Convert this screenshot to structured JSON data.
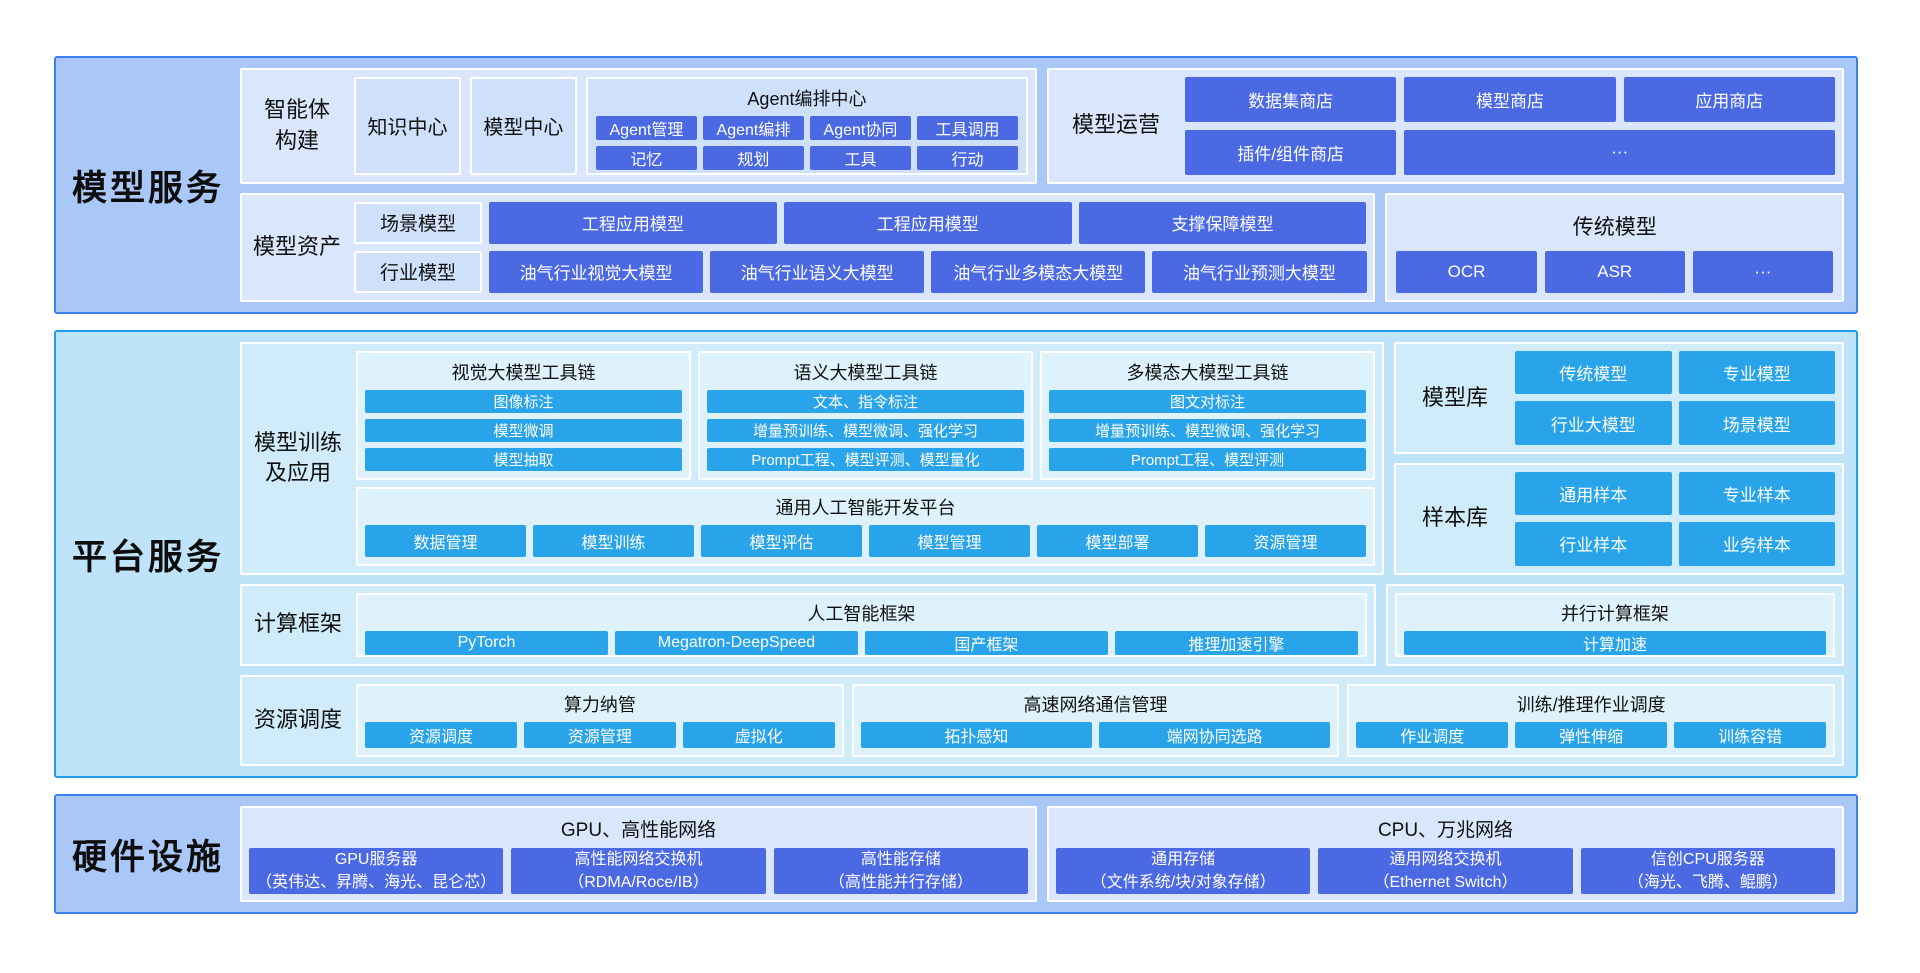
{
  "colors": {
    "band_blue_fill": "#a9c7f7",
    "band_blue_border": "#3b7ff0",
    "band_cyan_fill": "#bfe3f8",
    "band_cyan_border": "#1e9fe6",
    "panel_fill_blue": "#d9e6fc",
    "box_fill_blue": "#cfe0fa",
    "panel_fill_cyan": "#d0ebfa",
    "box_fill_cyan": "#def2fd",
    "button_royal_blue": "#4c69e4",
    "button_azure": "#29a4ea",
    "text_dark": "#101010",
    "text_light": "#ffffff"
  },
  "model_service": {
    "title": "模型服务",
    "agent_build": {
      "label": "智能体构建",
      "knowledge_center": "知识中心",
      "model_center": "模型中心",
      "agent_center": {
        "title": "Agent编排中心",
        "buttons": [
          "Agent管理",
          "Agent编排",
          "Agent协同",
          "工具调用",
          "记忆",
          "规划",
          "工具",
          "行动"
        ]
      }
    },
    "model_ops": {
      "label": "模型运营",
      "buttons_row1": [
        "数据集商店",
        "模型商店",
        "应用商店"
      ],
      "buttons_row2": [
        "插件/组件商店",
        "···"
      ]
    },
    "model_assets": {
      "label": "模型资产",
      "scene_tag": "场景模型",
      "scene_buttons": [
        "工程应用模型",
        "工程应用模型",
        "支撑保障模型"
      ],
      "industry_tag": "行业模型",
      "industry_buttons": [
        "油气行业视觉大模型",
        "油气行业语义大模型",
        "油气行业多模态大模型",
        "油气行业预测大模型"
      ],
      "traditional": {
        "title": "传统模型",
        "buttons": [
          "OCR",
          "ASR",
          "···"
        ]
      }
    }
  },
  "platform_service": {
    "title": "平台服务",
    "training": {
      "label": "模型训练及应用",
      "toolchains": [
        {
          "title": "视觉大模型工具链",
          "buttons": [
            "图像标注",
            "模型微调",
            "模型抽取"
          ]
        },
        {
          "title": "语义大模型工具链",
          "buttons": [
            "文本、指令标注",
            "增量预训练、模型微调、强化学习",
            "Prompt工程、模型评测、模型量化"
          ]
        },
        {
          "title": "多模态大模型工具链",
          "buttons": [
            "图文对标注",
            "增量预训练、模型微调、强化学习",
            "Prompt工程、模型评测"
          ]
        }
      ],
      "dev_platform": {
        "title": "通用人工智能开发平台",
        "buttons": [
          "数据管理",
          "模型训练",
          "模型评估",
          "模型管理",
          "模型部署",
          "资源管理"
        ]
      }
    },
    "model_repo": {
      "label": "模型库",
      "buttons": [
        "传统模型",
        "专业模型",
        "行业大模型",
        "场景模型"
      ]
    },
    "sample_repo": {
      "label": "样本库",
      "buttons": [
        "通用样本",
        "专业样本",
        "行业样本",
        "业务样本"
      ]
    },
    "compute": {
      "label": "计算框架",
      "ai_framework": {
        "title": "人工智能框架",
        "buttons": [
          "PyTorch",
          "Megatron-DeepSpeed",
          "国产框架",
          "推理加速引擎"
        ]
      },
      "parallel": {
        "title": "并行计算框架",
        "buttons": [
          "计算加速"
        ]
      }
    },
    "scheduling": {
      "label": "资源调度",
      "groups": [
        {
          "title": "算力纳管",
          "buttons": [
            "资源调度",
            "资源管理",
            "虚拟化"
          ]
        },
        {
          "title": "高速网络通信管理",
          "buttons": [
            "拓扑感知",
            "端网协同选路"
          ]
        },
        {
          "title": "训练/推理作业调度",
          "buttons": [
            "作业调度",
            "弹性伸缩",
            "训练容错"
          ]
        }
      ]
    }
  },
  "hardware": {
    "title": "硬件设施",
    "gpu_group": {
      "title": "GPU、高性能网络",
      "buttons": [
        {
          "name": "GPU服务器",
          "detail": "（英伟达、昇腾、海光、昆仑芯）"
        },
        {
          "name": "高性能网络交换机",
          "detail": "（RDMA/Roce/IB）"
        },
        {
          "name": "高性能存储",
          "detail": "（高性能并行存储）"
        }
      ]
    },
    "cpu_group": {
      "title": "CPU、万兆网络",
      "buttons": [
        {
          "name": "通用存储",
          "detail": "（文件系统/块/对象存储）"
        },
        {
          "name": "通用网络交换机",
          "detail": "（Ethernet Switch）"
        },
        {
          "name": "信创CPU服务器",
          "detail": "（海光、飞腾、鲲鹏）"
        }
      ]
    }
  }
}
